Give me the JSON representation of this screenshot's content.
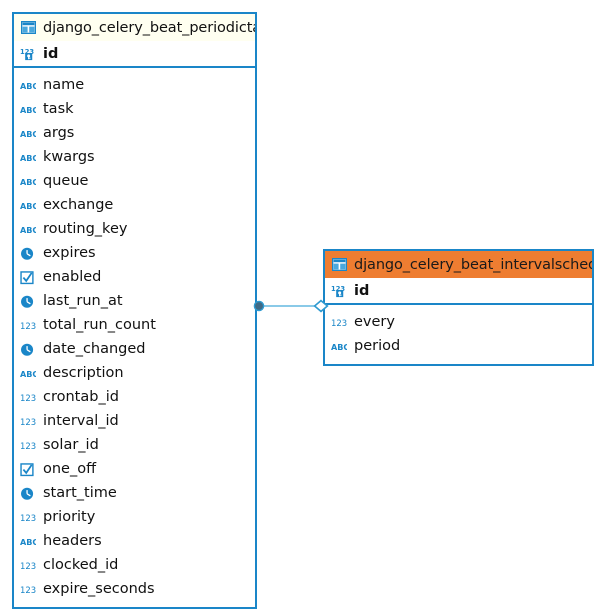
{
  "diagram": {
    "kind": "er-diagram",
    "background": "#ffffff",
    "border_color": "#1a86c8",
    "accent_header_color": "#ee7d31",
    "plain_header_color": "#fffff0",
    "icon_color": "#1a86c8",
    "text_color": "#111111"
  },
  "entities": [
    {
      "id": "periodictask",
      "name": "django_celery_beat_periodictask",
      "header_theme": "plain",
      "header_icon": "table-icon",
      "primary_key": {
        "name": "id",
        "icon": "primary-key-number-icon",
        "type_hint": "123"
      },
      "columns": [
        {
          "name": "name",
          "icon": "text-abc-icon",
          "type_hint": "ABC"
        },
        {
          "name": "task",
          "icon": "text-abc-icon",
          "type_hint": "ABC"
        },
        {
          "name": "args",
          "icon": "text-abc-icon",
          "type_hint": "ABC"
        },
        {
          "name": "kwargs",
          "icon": "text-abc-icon",
          "type_hint": "ABC"
        },
        {
          "name": "queue",
          "icon": "text-abc-icon",
          "type_hint": "ABC"
        },
        {
          "name": "exchange",
          "icon": "text-abc-icon",
          "type_hint": "ABC"
        },
        {
          "name": "routing_key",
          "icon": "text-abc-icon",
          "type_hint": "ABC"
        },
        {
          "name": "expires",
          "icon": "datetime-clock-icon",
          "type_hint": "datetime"
        },
        {
          "name": "enabled",
          "icon": "boolean-checkbox-icon",
          "type_hint": "boolean"
        },
        {
          "name": "last_run_at",
          "icon": "datetime-clock-icon",
          "type_hint": "datetime"
        },
        {
          "name": "total_run_count",
          "icon": "number-123-icon",
          "type_hint": "123"
        },
        {
          "name": "date_changed",
          "icon": "datetime-clock-icon",
          "type_hint": "datetime"
        },
        {
          "name": "description",
          "icon": "text-abc-icon",
          "type_hint": "ABC"
        },
        {
          "name": "crontab_id",
          "icon": "number-123-icon",
          "type_hint": "123"
        },
        {
          "name": "interval_id",
          "icon": "number-123-icon",
          "type_hint": "123"
        },
        {
          "name": "solar_id",
          "icon": "number-123-icon",
          "type_hint": "123"
        },
        {
          "name": "one_off",
          "icon": "boolean-checkbox-icon",
          "type_hint": "boolean"
        },
        {
          "name": "start_time",
          "icon": "datetime-clock-icon",
          "type_hint": "datetime"
        },
        {
          "name": "priority",
          "icon": "number-123-icon",
          "type_hint": "123"
        },
        {
          "name": "headers",
          "icon": "text-abc-icon",
          "type_hint": "ABC"
        },
        {
          "name": "clocked_id",
          "icon": "number-123-icon",
          "type_hint": "123"
        },
        {
          "name": "expire_seconds",
          "icon": "number-123-icon",
          "type_hint": "123"
        }
      ]
    },
    {
      "id": "intervalschedule",
      "name": "django_celery_beat_intervalschedule",
      "header_theme": "accent",
      "header_icon": "table-icon",
      "primary_key": {
        "name": "id",
        "icon": "primary-key-number-icon",
        "type_hint": "123"
      },
      "columns": [
        {
          "name": "every",
          "icon": "number-123-icon",
          "type_hint": "123"
        },
        {
          "name": "period",
          "icon": "text-abc-icon",
          "type_hint": "ABC"
        }
      ]
    }
  ],
  "relationships": [
    {
      "id": "periodictask-interval_id-to-intervalschedule-id",
      "from_entity": "periodictask",
      "to_entity": "intervalschedule",
      "from_marker": "filled-circle",
      "to_marker": "open-diamond",
      "line_color": "#63b8e0"
    }
  ]
}
